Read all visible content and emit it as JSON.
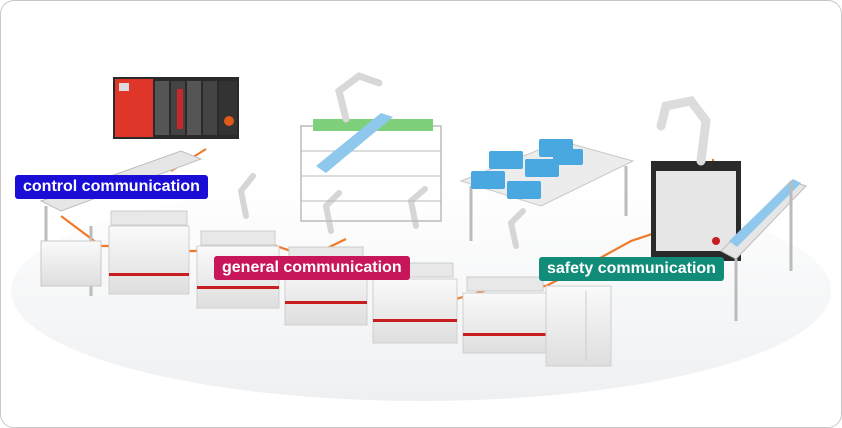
{
  "labels": {
    "control": {
      "text": "control communication",
      "color": "#1a0dd6"
    },
    "general": {
      "text": "general communication",
      "color": "#c8165a"
    },
    "safety": {
      "text": "safety communication",
      "color": "#108c78"
    }
  },
  "colors": {
    "network_line": "#f07a2a",
    "machine_body": "#f2f2f2",
    "machine_stripe": "#c81e1e",
    "tray": "#4aa8e0",
    "plc_panel": "#e0362a"
  }
}
